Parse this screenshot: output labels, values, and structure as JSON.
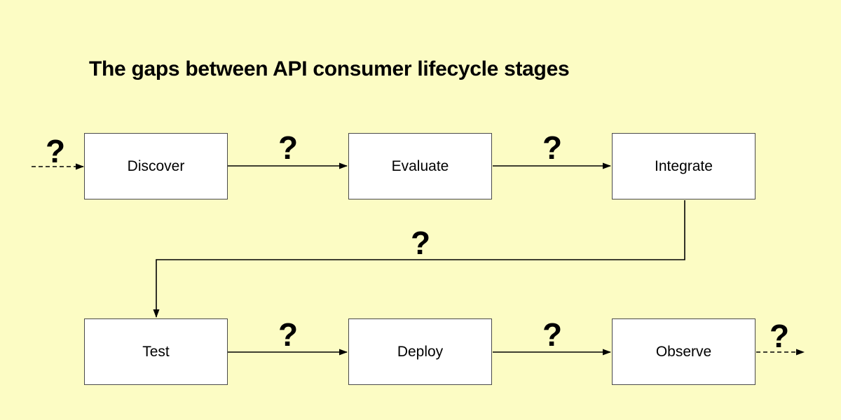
{
  "canvas": {
    "background_color": "#FCFCC4",
    "box_fill_color": "#FFFFFF",
    "box_border_color": "#4A4A4A",
    "line_color": "#000000",
    "text_color": "#000000"
  },
  "title": "The gaps between API consumer lifecycle stages",
  "stages": [
    {
      "id": "discover",
      "label": "Discover"
    },
    {
      "id": "evaluate",
      "label": "Evaluate"
    },
    {
      "id": "integrate",
      "label": "Integrate"
    },
    {
      "id": "test",
      "label": "Test"
    },
    {
      "id": "deploy",
      "label": "Deploy"
    },
    {
      "id": "observe",
      "label": "Observe"
    }
  ],
  "connections": [
    {
      "from": "start",
      "to": "discover",
      "style": "dashed",
      "label": "?"
    },
    {
      "from": "discover",
      "to": "evaluate",
      "style": "solid",
      "label": "?"
    },
    {
      "from": "evaluate",
      "to": "integrate",
      "style": "solid",
      "label": "?"
    },
    {
      "from": "integrate",
      "to": "test",
      "style": "solid",
      "label": "?"
    },
    {
      "from": "test",
      "to": "deploy",
      "style": "solid",
      "label": "?"
    },
    {
      "from": "deploy",
      "to": "observe",
      "style": "solid",
      "label": "?"
    },
    {
      "from": "observe",
      "to": "end",
      "style": "dashed",
      "label": "?"
    }
  ]
}
